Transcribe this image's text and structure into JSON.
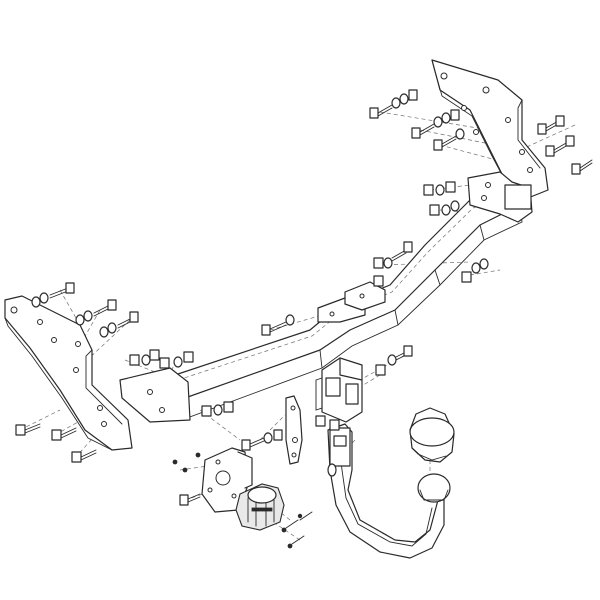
{
  "diagram": {
    "type": "exploded-assembly",
    "colors": {
      "line": "#2a2a2a",
      "hidden_line": "#6f6f6f",
      "background": "#ffffff",
      "shade": "#e9e9e9"
    },
    "parts": [
      "left-mounting-plate",
      "right-mounting-plate",
      "crossbar-beam",
      "center-bracket",
      "socket-plate",
      "electrical-socket",
      "detachable-tow-ball",
      "tow-ball-cap",
      "bolt-nut-washer-sets"
    ]
  }
}
